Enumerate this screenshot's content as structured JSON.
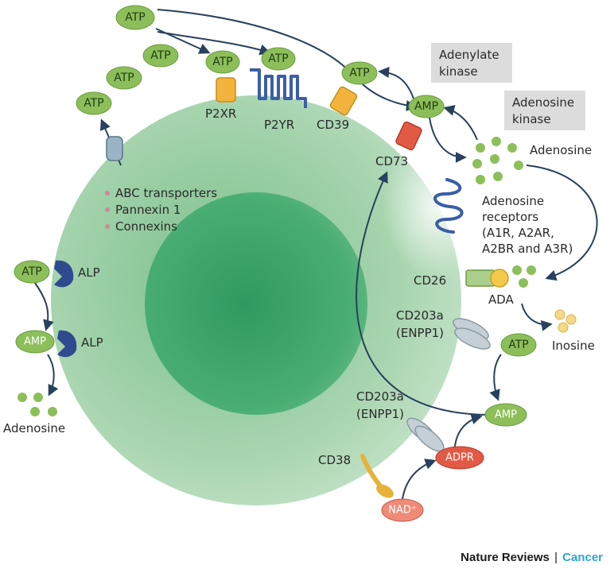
{
  "molecules": {
    "atp": "ATP",
    "amp": "AMP",
    "adpr": "ADPR",
    "nad": "NAD⁺",
    "adenosine": "Adenosine",
    "inosine": "Inosine"
  },
  "proteins": {
    "p2xr": "P2XR",
    "p2yr": "P2YR",
    "cd39": "CD39",
    "cd73": "CD73",
    "cd26": "CD26",
    "ada": "ADA",
    "cd38": "CD38",
    "alp": "ALP",
    "cd203a_line1": "CD203a",
    "cd203a_line2": "(ENPP1)"
  },
  "enzyme_boxes": {
    "adenylate_line1": "Adenylate",
    "adenylate_line2": "kinase",
    "adenosine_kinase_line1": "Adenosine",
    "adenosine_kinase_line2": "kinase"
  },
  "transporters": {
    "abc": "ABC transporters",
    "pannexin": "Pannexin 1",
    "connexins": "Connexins"
  },
  "receptors": {
    "line1": "Adenosine",
    "line2": "receptors",
    "line3": "(A1R, A2AR,",
    "line4": "A2BR and A3R)"
  },
  "credit": {
    "journal": "Nature Reviews",
    "separator": "|",
    "section": "Cancer"
  },
  "colors": {
    "cell": "#9fcfa9",
    "nucleus": "#3fa56b",
    "molecule_green": "#8cbf5a",
    "molecule_red": "#e25a45",
    "arrow": "#27415e",
    "alp_blue": "#2d4b8e",
    "journal_accent": "#2aa4d8"
  }
}
